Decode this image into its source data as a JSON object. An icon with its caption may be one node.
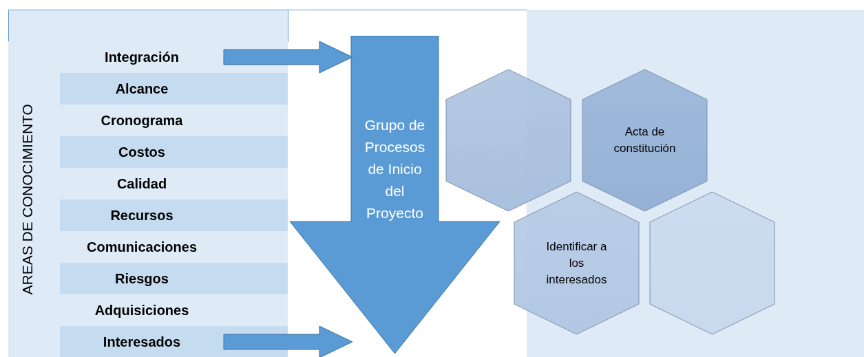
{
  "diagram": {
    "nodes": [
      {
        "text": [
          "AREAS DE CONOCIMIENTO"
        ]
      },
      {
        "text": [
          "Integración"
        ],
        "in": 0
      },
      {
        "text": [
          "Alcance"
        ],
        "in": 0
      },
      {
        "text": [
          "Cronograma"
        ],
        "in": 0
      },
      {
        "text": [
          "Costos"
        ],
        "in": 0
      },
      {
        "text": [
          "Calidad"
        ],
        "in": 0
      },
      {
        "text": [
          "Recursos"
        ],
        "in": 0
      },
      {
        "text": [
          "Comunicaciones"
        ],
        "in": 0
      },
      {
        "text": [
          "Riesgos"
        ],
        "in": 0
      },
      {
        "text": [
          "Adquisiciones"
        ],
        "in": 0
      },
      {
        "text": [
          "Interesados"
        ],
        "in": 0
      },
      {
        "text": [
          "Grupo de Procesos de Inicio del Proyecto"
        ]
      },
      {
        "text": [],
        "shape": "hexagon"
      },
      {
        "text": [
          "Acta de constitución"
        ]
      },
      {
        "text": [
          "Identificar a los interesados"
        ]
      },
      {
        "text": [],
        "shape": "hexagon"
      }
    ],
    "edges": [
      {
        "from": 1,
        "to": 11,
        "arrow": "to"
      },
      {
        "from": 10,
        "to": 11,
        "arrow": "to"
      }
    ]
  }
}
